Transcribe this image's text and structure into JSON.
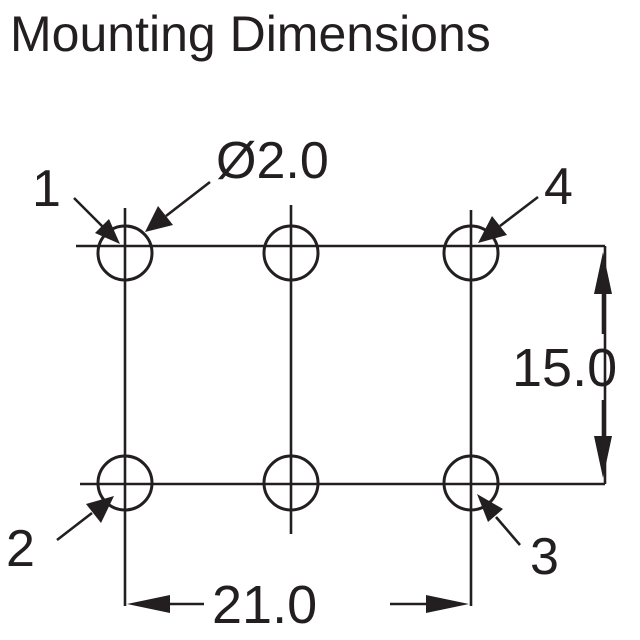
{
  "title": "Mounting Dimensions",
  "diagram": {
    "hole_diameter_label": "Ø2.0",
    "dimension_vertical": "15.0",
    "dimension_horizontal": "21.0",
    "pin_labels": {
      "pin1": "1",
      "pin2": "2",
      "pin3": "3",
      "pin4": "4"
    },
    "line_color": "#231f20"
  }
}
